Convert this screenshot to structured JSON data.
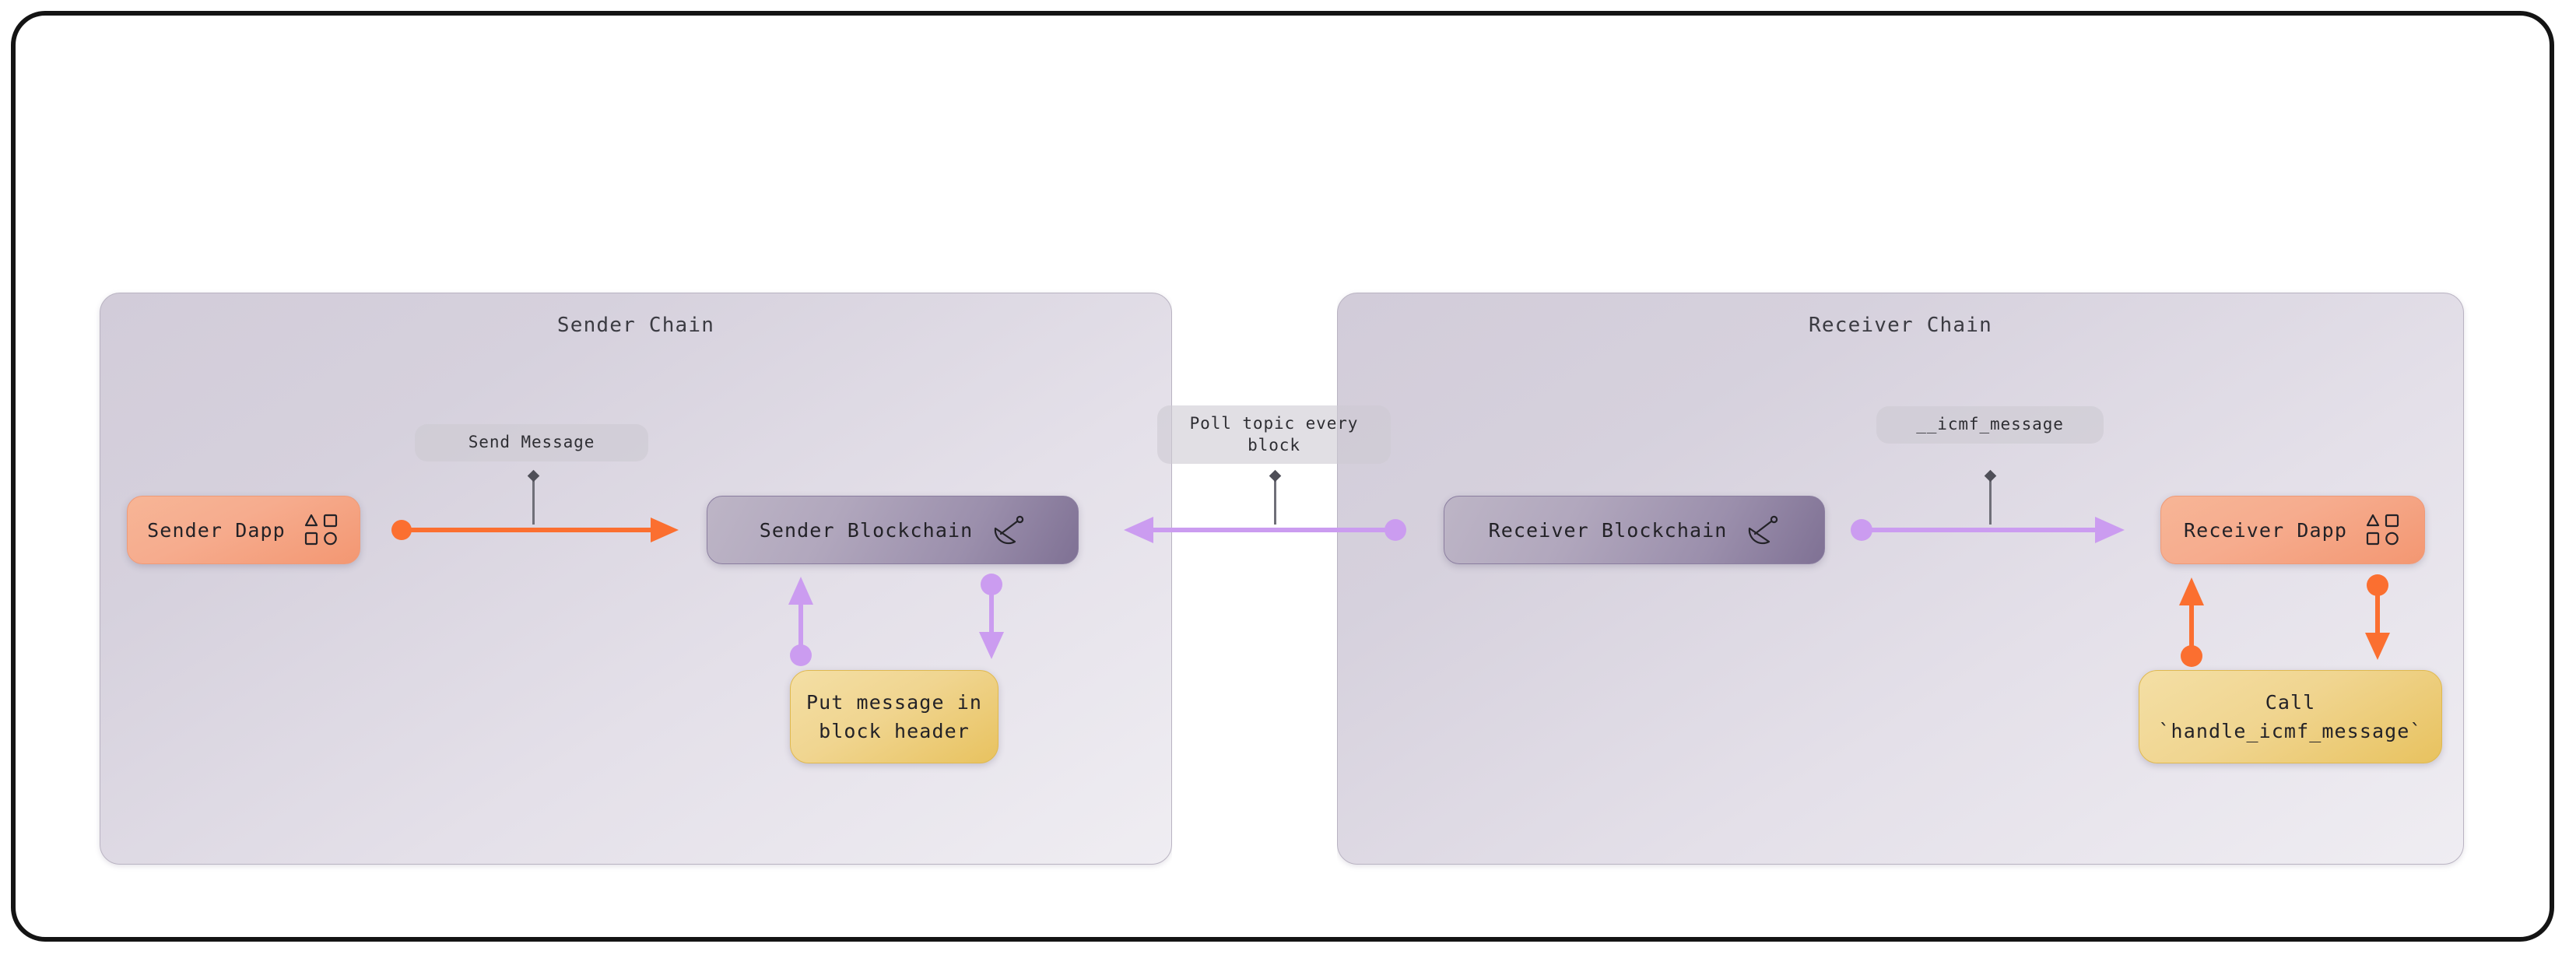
{
  "diagram": {
    "title_hidden": "",
    "colors": {
      "frame_border": "#141414",
      "background": "#ffffff",
      "panel_bg_start": "#d2ccd9",
      "panel_bg_end": "#efedf2",
      "panel_border": "#b9b3c2",
      "dapp_node": "#f3976f",
      "blockchain_node": "#8b7ea0",
      "note_node": "#e8c25f",
      "orange_edge": "#fb6f30",
      "purple_edge": "#cb9cf0",
      "label_pill": "#cdcad2",
      "stub_line": "#6f6f78"
    },
    "panels": [
      {
        "id": "sender-chain",
        "title": "Sender Chain",
        "nodes": [
          {
            "id": "sender-dapp",
            "label": "Sender Dapp",
            "icon": "shapes-grid-icon",
            "kind": "dapp"
          },
          {
            "id": "sender-blockchain",
            "label": "Sender Blockchain",
            "icon": "satellite-dish-icon",
            "kind": "blockchain"
          },
          {
            "id": "put-message-in-block-header",
            "label_line1": "Put message in",
            "label_line2": "block header",
            "kind": "note"
          }
        ]
      },
      {
        "id": "receiver-chain",
        "title": "Receiver Chain",
        "nodes": [
          {
            "id": "receiver-blockchain",
            "label": "Receiver Blockchain",
            "icon": "satellite-dish-icon",
            "kind": "blockchain"
          },
          {
            "id": "receiver-dapp",
            "label": "Receiver Dapp",
            "icon": "shapes-grid-icon",
            "kind": "dapp"
          },
          {
            "id": "call-handle-icmf-message",
            "label_line1": "Call",
            "label_line2": "`handle_icmf_message`",
            "kind": "note"
          }
        ]
      }
    ],
    "edge_labels": {
      "send_message": "Send Message",
      "poll_topic": "Poll topic every block",
      "icmf_message": "__icmf_message"
    },
    "edges": [
      {
        "id": "sender-dapp-to-sender-blockchain",
        "from": "sender-dapp",
        "to": "sender-blockchain",
        "color": "#fb6f30",
        "direction": "right",
        "label": "Send Message"
      },
      {
        "id": "receiver-blockchain-to-sender-blockchain",
        "from": "receiver-blockchain",
        "to": "sender-blockchain",
        "color": "#cb9cf0",
        "direction": "left",
        "label": "Poll topic every block"
      },
      {
        "id": "receiver-blockchain-to-receiver-dapp",
        "from": "receiver-blockchain",
        "to": "receiver-dapp",
        "color": "#cb9cf0",
        "direction": "right",
        "label": "__icmf_message"
      },
      {
        "id": "note-to-sender-blockchain",
        "from": "put-message-in-block-header",
        "to": "sender-blockchain",
        "color": "#cb9cf0",
        "direction": "up"
      },
      {
        "id": "sender-blockchain-to-note",
        "from": "sender-blockchain",
        "to": "put-message-in-block-header",
        "color": "#cb9cf0",
        "direction": "down"
      },
      {
        "id": "handler-to-receiver-dapp",
        "from": "call-handle-icmf-message",
        "to": "receiver-dapp",
        "color": "#fb6f30",
        "direction": "up"
      },
      {
        "id": "receiver-dapp-to-handler",
        "from": "receiver-dapp",
        "to": "call-handle-icmf-message",
        "color": "#fb6f30",
        "direction": "down"
      }
    ]
  }
}
